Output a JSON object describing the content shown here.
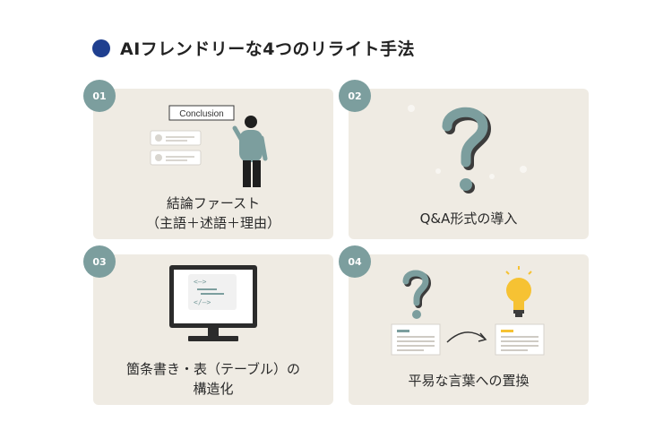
{
  "title": "AIフレンドリーな4つのリライト手法",
  "colors": {
    "accent_dot": "#1f3f8f",
    "badge": "#7c9e9e",
    "card_bg": "#efebe3",
    "bulb": "#f6c233"
  },
  "cards": [
    {
      "number": "01",
      "caption_lines": [
        "結論ファースト",
        "（主語＋述語＋理由）"
      ],
      "illustration": {
        "sign_text": "Conclusion",
        "icon": "person-presenting-icon"
      }
    },
    {
      "number": "02",
      "caption_lines": [
        "Q&A形式の導入"
      ],
      "illustration": {
        "icon": "question-mark-icon"
      }
    },
    {
      "number": "03",
      "caption_lines": [
        "箇条書き・表（テーブル）の",
        "構造化"
      ],
      "illustration": {
        "icon": "monitor-code-icon"
      }
    },
    {
      "number": "04",
      "caption_lines": [
        "平易な言葉への置換"
      ],
      "illustration": {
        "icon": "question-to-lightbulb-icon"
      }
    }
  ]
}
